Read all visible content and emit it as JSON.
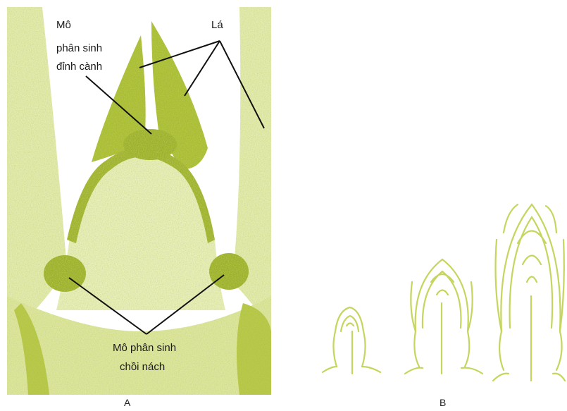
{
  "labels": {
    "apical_meristem": [
      "Mô",
      "phân sinh",
      "đỉnh cành"
    ],
    "leaf": "Lá",
    "axillary_meristem": [
      "Mô phân sinh",
      "chồi nách"
    ]
  },
  "panels": {
    "a": "A",
    "b": "B"
  },
  "colors": {
    "tissue": "#b9c94a",
    "tissue_dark": "#8fa22a",
    "tissue_light": "#dfe8a6",
    "outline": "#c9d86a"
  }
}
